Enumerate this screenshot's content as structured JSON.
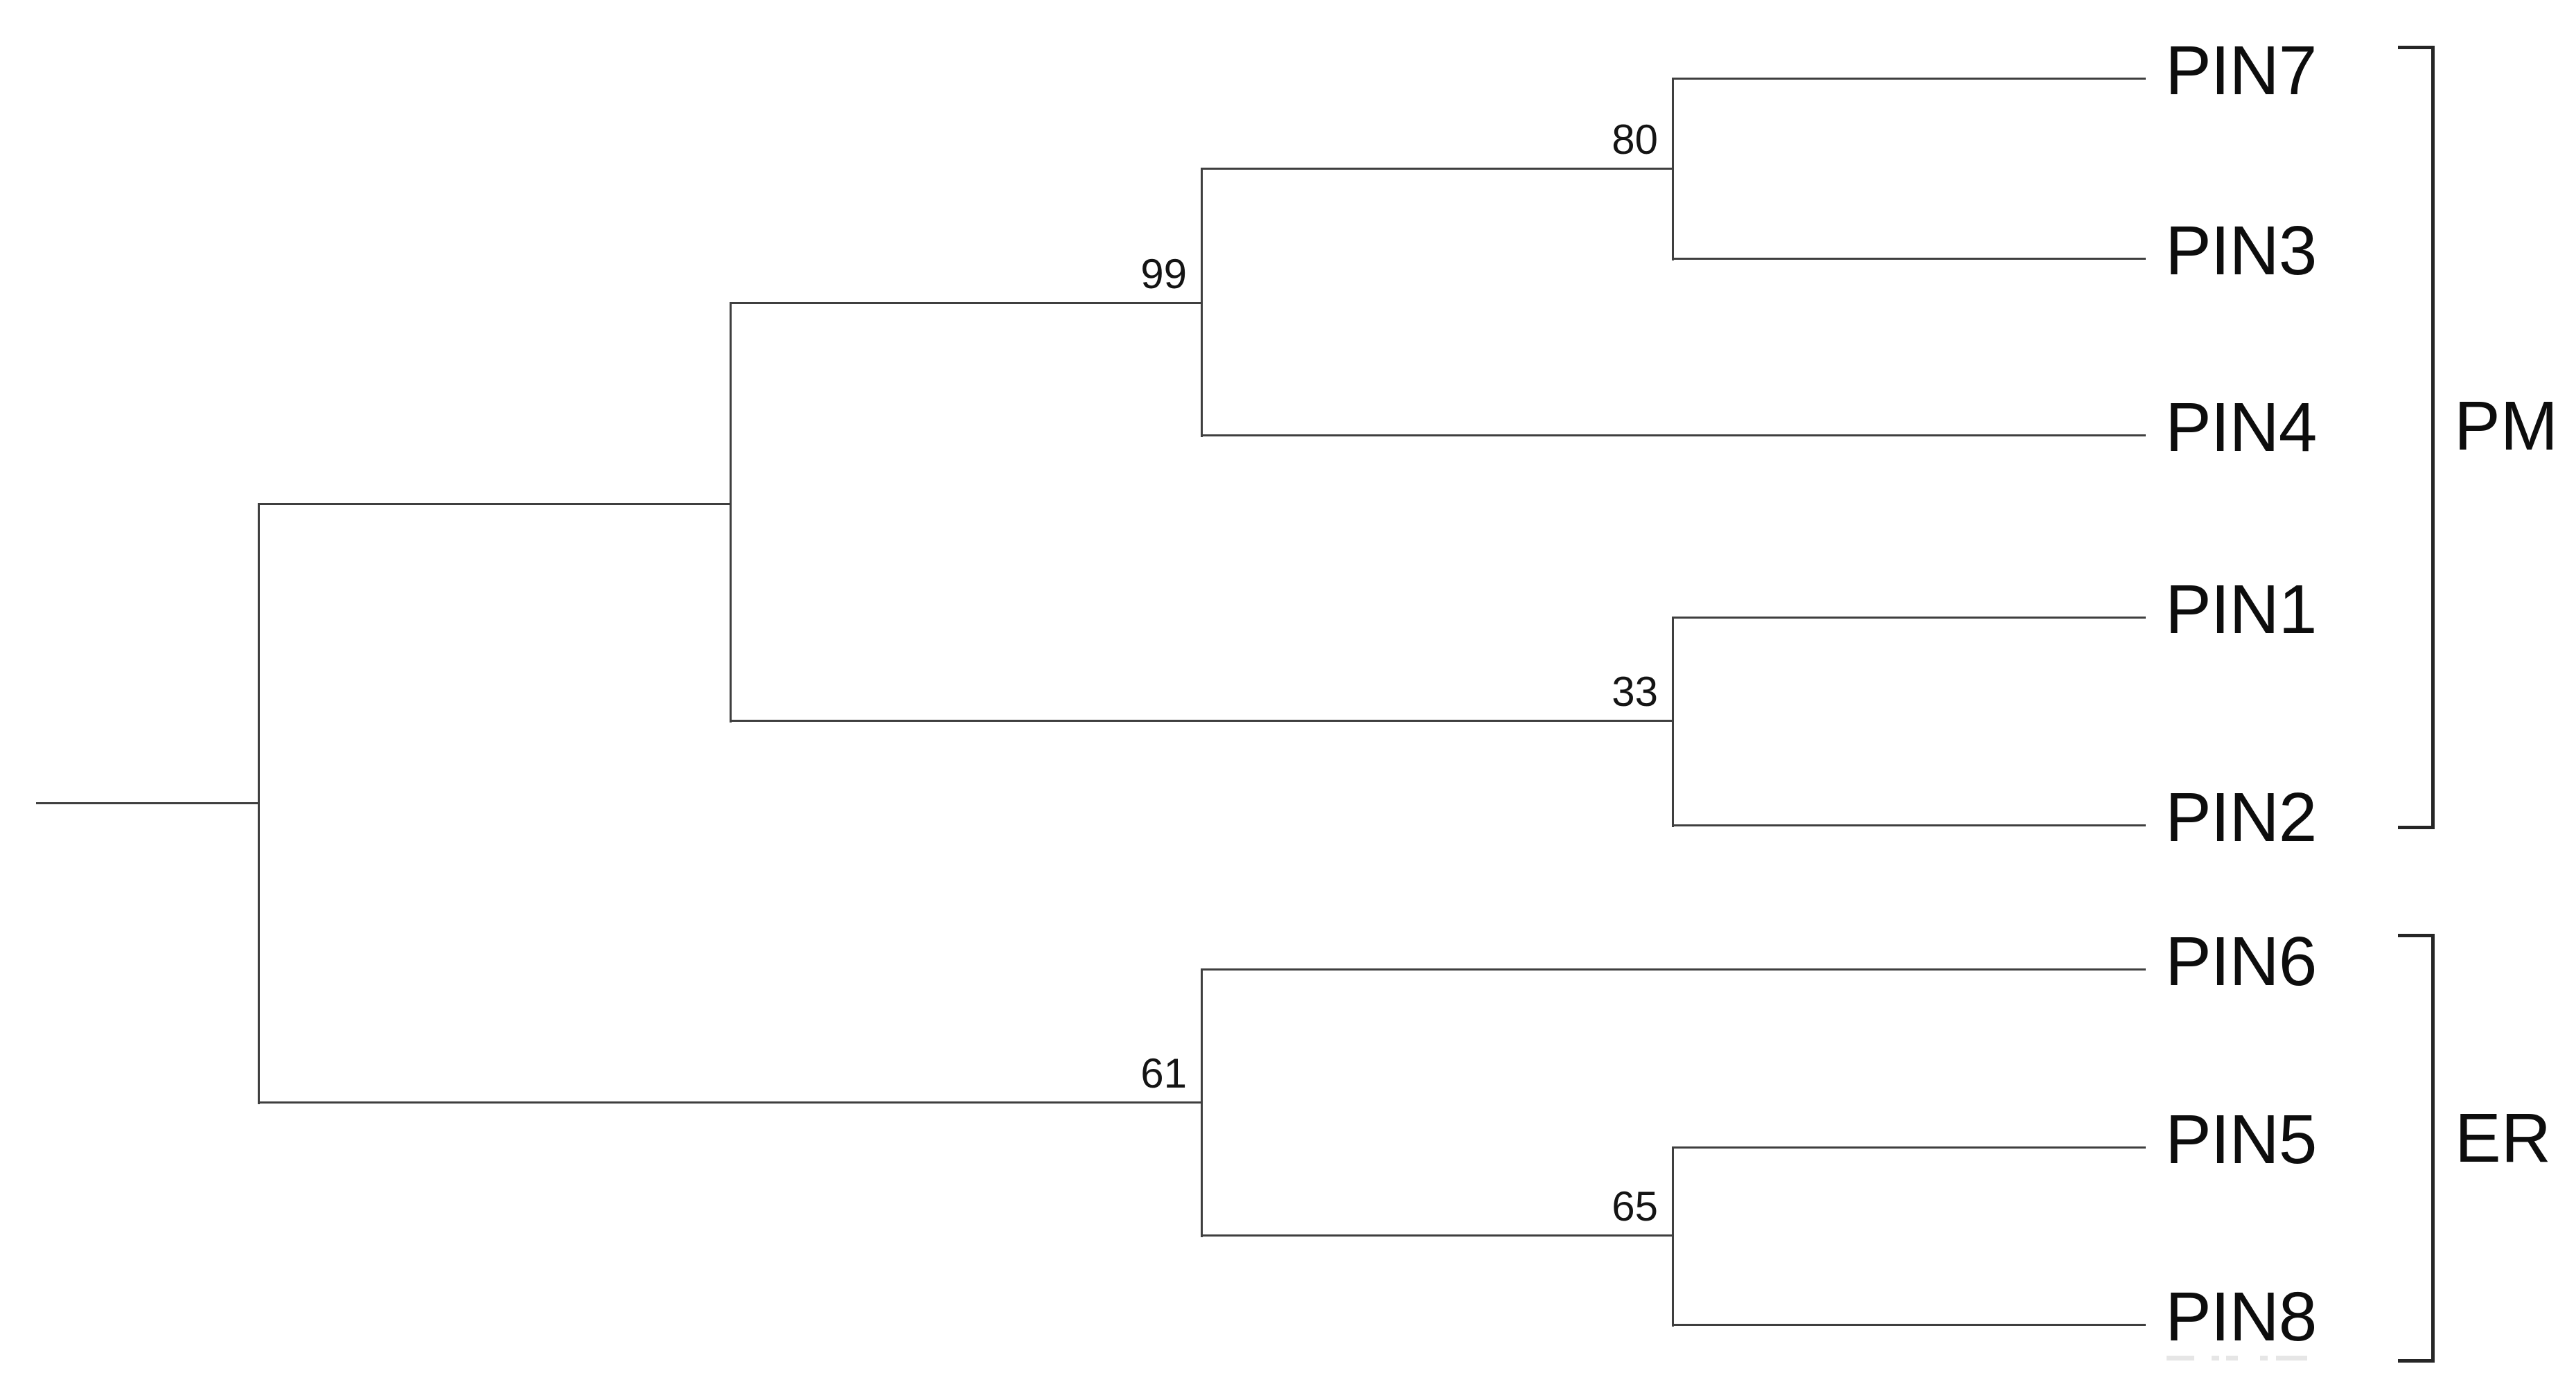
{
  "tree": {
    "leaves": [
      {
        "label": "PIN7"
      },
      {
        "label": "PIN3"
      },
      {
        "label": "PIN4"
      },
      {
        "label": "PIN1"
      },
      {
        "label": "PIN2"
      },
      {
        "label": "PIN6"
      },
      {
        "label": "PIN5"
      },
      {
        "label": "PIN8"
      }
    ],
    "supports": [
      {
        "value": "80"
      },
      {
        "value": "99"
      },
      {
        "value": "33"
      },
      {
        "value": "61"
      },
      {
        "value": "65"
      }
    ],
    "clade_brackets": [
      {
        "label": "PM",
        "members": [
          "PIN7",
          "PIN3",
          "PIN4",
          "PIN1",
          "PIN2"
        ]
      },
      {
        "label": "ER",
        "members": [
          "PIN6",
          "PIN5",
          "PIN8"
        ]
      }
    ],
    "topology_newick": "((((PIN7,PIN3)80,PIN4)99,(PIN1,PIN2)33),(PIN6,(PIN5,PIN8)65)61);"
  }
}
